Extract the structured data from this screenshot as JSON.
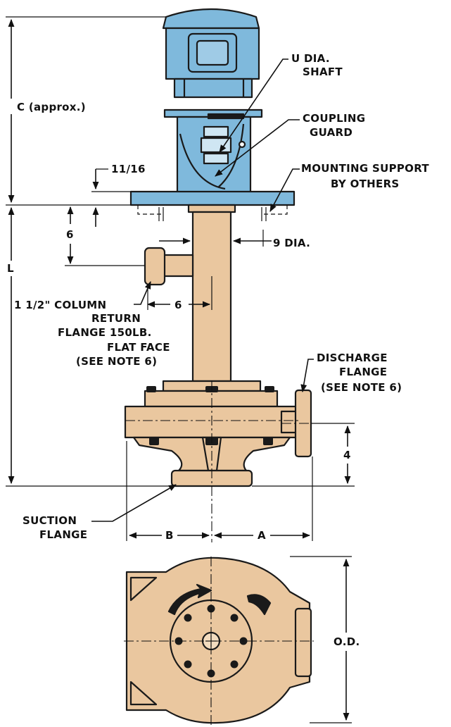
{
  "colors": {
    "motor": "#7FB9DC",
    "pump": "#EAC79F",
    "line": "#1a1a1a"
  },
  "labels": {
    "shaft_1": "U DIA.",
    "shaft_2": "SHAFT",
    "coupling_1": "COUPLING",
    "coupling_2": "GUARD",
    "mounting_1": "MOUNTING SUPPORT",
    "mounting_2": "BY OTHERS",
    "c_dim": "C (approx.)",
    "d11_16": "11/16",
    "d6_vert": "6",
    "l_dim": "L",
    "d9dia": "9 DIA.",
    "d6_horz": "6",
    "column_1": "1 1/2\" COLUMN",
    "column_2": "RETURN",
    "column_3": "FLANGE 150LB.",
    "column_4": "FLAT FACE",
    "column_5": "(SEE NOTE 6)",
    "discharge_1": "DISCHARGE",
    "discharge_2": "FLANGE",
    "discharge_3": "(SEE NOTE 6)",
    "d4": "4",
    "suction_1": "SUCTION",
    "suction_2": "FLANGE",
    "b_dim": "B",
    "a_dim": "A",
    "od_dim": "O.D."
  }
}
